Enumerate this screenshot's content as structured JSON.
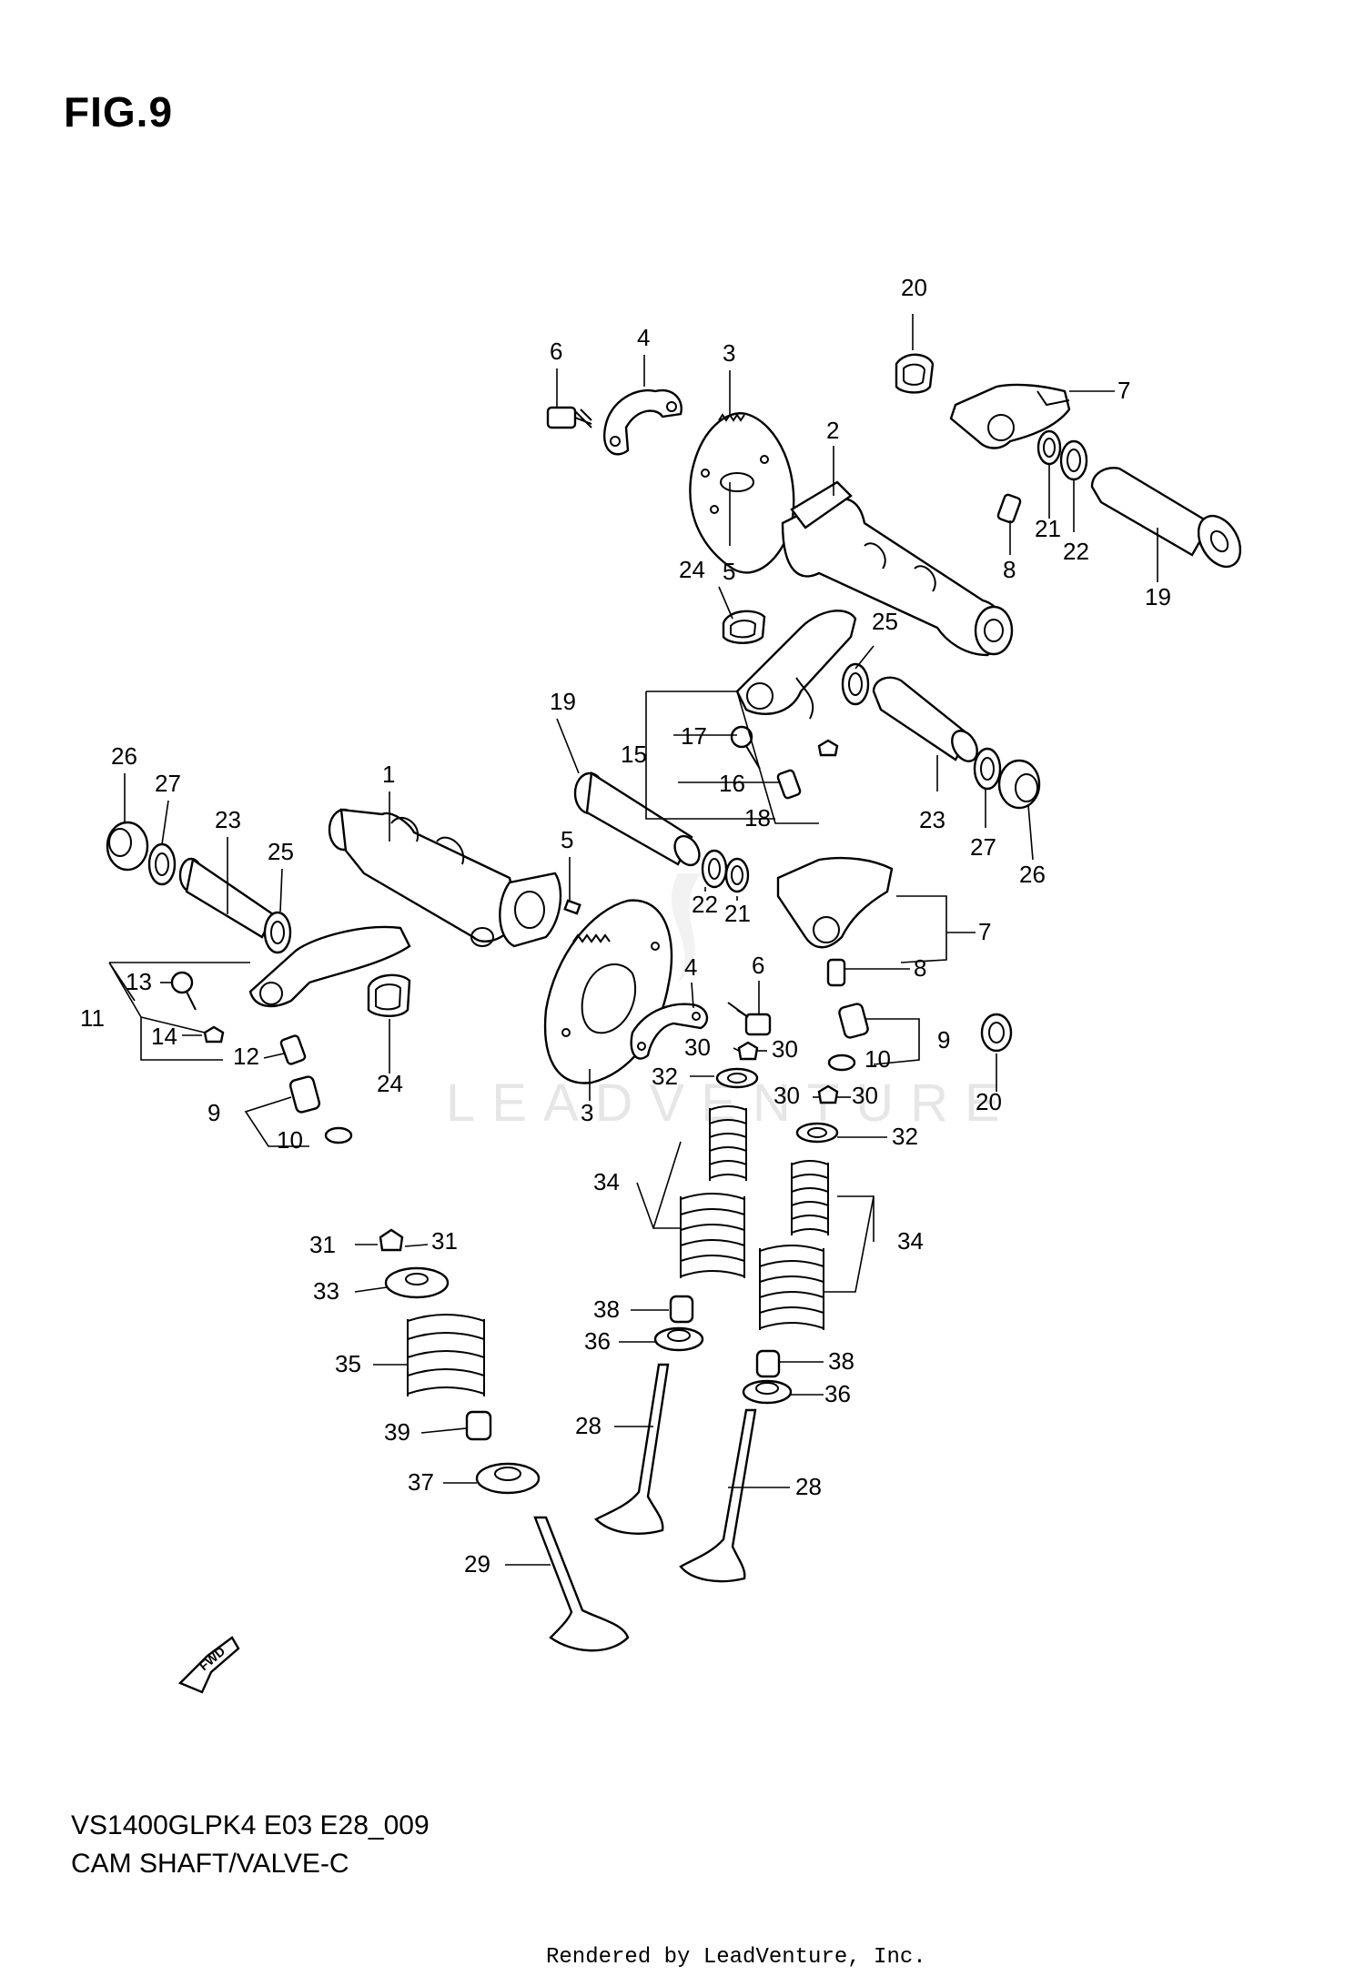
{
  "figure": {
    "title": "FIG.9",
    "model_code": "VS1400GLPK4 E03 E28_009",
    "caption": "CAM SHAFT/VALVE-C",
    "rendered_by": "Rendered by LeadVenture, Inc.",
    "watermark": "LEADVENTURE",
    "fwd_label": "FWD"
  },
  "callouts": [
    {
      "id": "c20a",
      "text": "20"
    },
    {
      "id": "c6a",
      "text": "6"
    },
    {
      "id": "c4a",
      "text": "4"
    },
    {
      "id": "c3a",
      "text": "3"
    },
    {
      "id": "c7a",
      "text": "7"
    },
    {
      "id": "c2",
      "text": "2"
    },
    {
      "id": "c21a",
      "text": "21"
    },
    {
      "id": "c22a",
      "text": "22"
    },
    {
      "id": "c8a",
      "text": "8"
    },
    {
      "id": "c19a",
      "text": "19"
    },
    {
      "id": "c24a",
      "text": "24"
    },
    {
      "id": "c5a",
      "text": "5"
    },
    {
      "id": "c25a",
      "text": "25"
    },
    {
      "id": "c19b",
      "text": "19"
    },
    {
      "id": "c17",
      "text": "17"
    },
    {
      "id": "c15",
      "text": "15"
    },
    {
      "id": "c16",
      "text": "16"
    },
    {
      "id": "c18",
      "text": "18"
    },
    {
      "id": "c23a",
      "text": "23"
    },
    {
      "id": "c27a",
      "text": "27"
    },
    {
      "id": "c26a",
      "text": "26"
    },
    {
      "id": "c26b",
      "text": "26"
    },
    {
      "id": "c27b",
      "text": "27"
    },
    {
      "id": "c23b",
      "text": "23"
    },
    {
      "id": "c1",
      "text": "1"
    },
    {
      "id": "c25b",
      "text": "25"
    },
    {
      "id": "c5b",
      "text": "5"
    },
    {
      "id": "c22b",
      "text": "22"
    },
    {
      "id": "c21b",
      "text": "21"
    },
    {
      "id": "c7b",
      "text": "7"
    },
    {
      "id": "c8b",
      "text": "8"
    },
    {
      "id": "c4b",
      "text": "4"
    },
    {
      "id": "c6b",
      "text": "6"
    },
    {
      "id": "c13",
      "text": "13"
    },
    {
      "id": "c11",
      "text": "11"
    },
    {
      "id": "c14",
      "text": "14"
    },
    {
      "id": "c12",
      "text": "12"
    },
    {
      "id": "c24b",
      "text": "24"
    },
    {
      "id": "c9a",
      "text": "9"
    },
    {
      "id": "c10a",
      "text": "10"
    },
    {
      "id": "c9b",
      "text": "9"
    },
    {
      "id": "c10b",
      "text": "10"
    },
    {
      "id": "c20b",
      "text": "20"
    },
    {
      "id": "c30a",
      "text": "30"
    },
    {
      "id": "c30b",
      "text": "30"
    },
    {
      "id": "c32a",
      "text": "32"
    },
    {
      "id": "c30c",
      "text": "30"
    },
    {
      "id": "c30d",
      "text": "30"
    },
    {
      "id": "c3b",
      "text": "3"
    },
    {
      "id": "c32b",
      "text": "32"
    },
    {
      "id": "c34a",
      "text": "34"
    },
    {
      "id": "c34b",
      "text": "34"
    },
    {
      "id": "c31a",
      "text": "31"
    },
    {
      "id": "c31b",
      "text": "31"
    },
    {
      "id": "c33",
      "text": "33"
    },
    {
      "id": "c38a",
      "text": "38"
    },
    {
      "id": "c36a",
      "text": "36"
    },
    {
      "id": "c35",
      "text": "35"
    },
    {
      "id": "c38b",
      "text": "38"
    },
    {
      "id": "c36b",
      "text": "36"
    },
    {
      "id": "c39",
      "text": "39"
    },
    {
      "id": "c28a",
      "text": "28"
    },
    {
      "id": "c37",
      "text": "37"
    },
    {
      "id": "c28b",
      "text": "28"
    },
    {
      "id": "c29",
      "text": "29"
    }
  ]
}
